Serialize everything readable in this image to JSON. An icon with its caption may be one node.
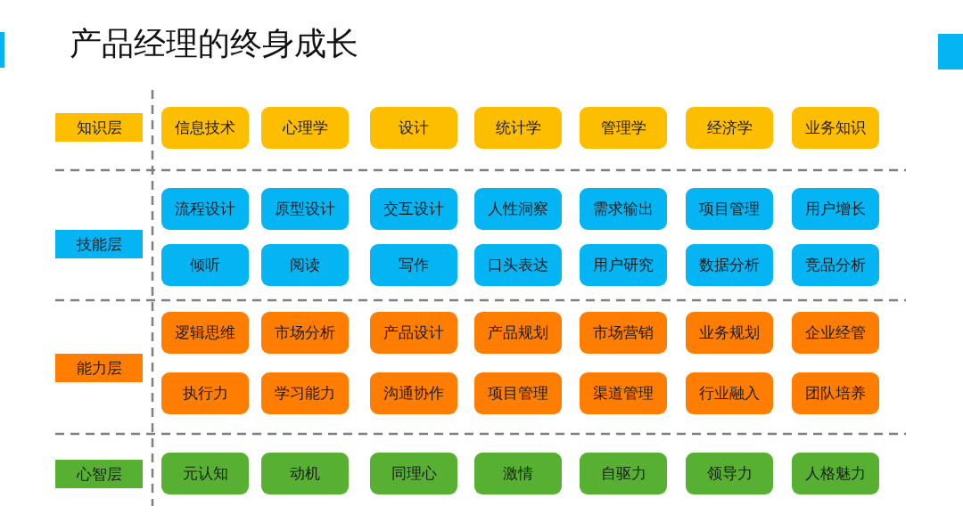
{
  "diagram": {
    "title": "产品经理的终身成长",
    "nodes": [
      {
        "text": [
          "知识层"
        ]
      },
      {
        "text": [
          "信息技术"
        ]
      },
      {
        "text": [
          "心理学"
        ]
      },
      {
        "text": [
          "设计"
        ]
      },
      {
        "text": [
          "统计学"
        ]
      },
      {
        "text": [
          "管理学"
        ]
      },
      {
        "text": [
          "经济学"
        ]
      },
      {
        "text": [
          "业务知识"
        ]
      },
      {
        "text": [
          "技能层"
        ]
      },
      {
        "text": [
          "流程设计"
        ]
      },
      {
        "text": [
          "原型设计"
        ]
      },
      {
        "text": [
          "交互设计"
        ]
      },
      {
        "text": [
          "人性洞察"
        ]
      },
      {
        "text": [
          "需求输出"
        ]
      },
      {
        "text": [
          "项目管理"
        ]
      },
      {
        "text": [
          "用户增长"
        ]
      },
      {
        "text": [
          "倾听"
        ]
      },
      {
        "text": [
          "阅读"
        ]
      },
      {
        "text": [
          "写作"
        ]
      },
      {
        "text": [
          "口头表达"
        ]
      },
      {
        "text": [
          "用户研究"
        ]
      },
      {
        "text": [
          "数据分析"
        ]
      },
      {
        "text": [
          "竞品分析"
        ]
      },
      {
        "text": [
          "能力层"
        ]
      },
      {
        "text": [
          "逻辑思维"
        ]
      },
      {
        "text": [
          "市场分析"
        ]
      },
      {
        "text": [
          "产品设计"
        ]
      },
      {
        "text": [
          "产品规划"
        ]
      },
      {
        "text": [
          "市场营销"
        ]
      },
      {
        "text": [
          "业务规划"
        ]
      },
      {
        "text": [
          "企业经管"
        ]
      },
      {
        "text": [
          "执行力"
        ]
      },
      {
        "text": [
          "学习能力"
        ]
      },
      {
        "text": [
          "沟通协作"
        ]
      },
      {
        "text": [
          "项目管理"
        ]
      },
      {
        "text": [
          "渠道管理"
        ]
      },
      {
        "text": [
          "行业融入"
        ]
      },
      {
        "text": [
          "团队培养"
        ]
      },
      {
        "text": [
          "心智层"
        ]
      },
      {
        "text": [
          "元认知"
        ]
      },
      {
        "text": [
          "动机"
        ]
      },
      {
        "text": [
          "同理心"
        ]
      },
      {
        "text": [
          "激情"
        ]
      },
      {
        "text": [
          "自驱力"
        ]
      },
      {
        "text": [
          "领导力"
        ]
      },
      {
        "text": [
          "人格魅力"
        ]
      }
    ]
  }
}
